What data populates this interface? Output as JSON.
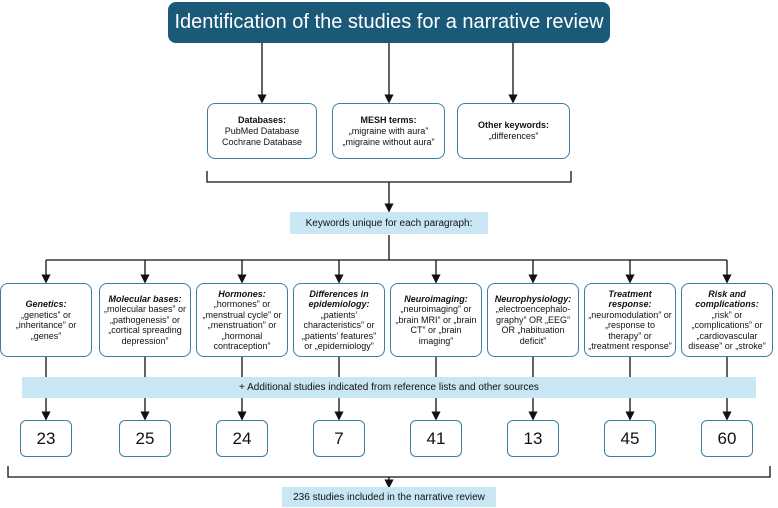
{
  "title": "Identification of the studies for a narrative review",
  "sources": [
    {
      "heading": "Databases:",
      "lines": [
        "PubMed Database",
        "Cochrane Database"
      ]
    },
    {
      "heading": "MESH terms:",
      "lines": [
        "„migraine with aura”",
        "„migraine without aura”"
      ]
    },
    {
      "heading": "Other keywords:",
      "lines": [
        "„differences”"
      ]
    }
  ],
  "keywords_band": "Keywords unique for each paragraph:",
  "categories": [
    {
      "heading": "Genetics:",
      "body": "„genetics” or „inheritance” or „genes”",
      "count": "23"
    },
    {
      "heading": "Molecular bases:",
      "body": "„molecular bases” or „pathogenesis” or „cortical spreading depression”",
      "count": "25"
    },
    {
      "heading": "Hormones:",
      "body": "„hormones” or „menstrual cycle” or „menstruation” or „hormonal contraception”",
      "count": "24"
    },
    {
      "heading": "Differences in epidemiology:",
      "body": "„patients’ characteristics” or „patients’ features” or „epidemiology”",
      "count": "7"
    },
    {
      "heading": "Neuroimaging:",
      "body": "„neuroimaging” or „brain MRI” or „brain CT” or „brain imaging”",
      "count": "41"
    },
    {
      "heading": "Neurophysiology:",
      "body": "„electroencephalo-graphy” OR „EEG” OR „habituation deficit”",
      "count": "13"
    },
    {
      "heading": "Treatment response:",
      "body": "„neuromodulation” or „response to therapy” or „treatment response”",
      "count": "45"
    },
    {
      "heading": "Risk and complications:",
      "body": "„risk” or „complications” or „cardiovascular disease” or „stroke”",
      "count": "60"
    }
  ],
  "additional_band": "+ Additional studies indicated from reference lists and other sources",
  "total_band": "236 studies included in the narrative review",
  "colors": {
    "title_bg": "#1a5a78",
    "band_bg": "#c9e6f5",
    "box_border": "#3a7fa5"
  }
}
